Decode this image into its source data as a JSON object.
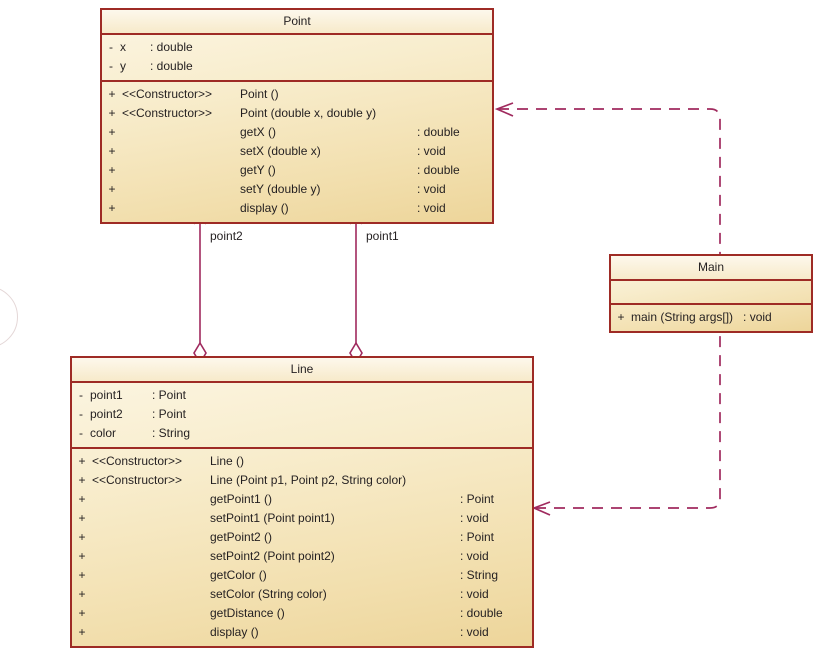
{
  "diagram": {
    "kind": "uml-class-diagram",
    "colors": {
      "box_border": "#9E2B25",
      "box_fill_light": "#FCF6E4",
      "box_fill_dark": "#EDD59A",
      "association_line": "#A02A5E",
      "dependency_line": "#A02A5E",
      "text": "#231f20",
      "background": "#ffffff"
    },
    "classes": [
      {
        "id": "point",
        "name": "Point",
        "attributes": [
          {
            "visibility": "-",
            "name": "x",
            "type": ": double"
          },
          {
            "visibility": "-",
            "name": "y",
            "type": ": double"
          }
        ],
        "methods": [
          {
            "visibility": "+",
            "stereotype": "<<Constructor>>",
            "signature": "Point ()",
            "returns": ""
          },
          {
            "visibility": "+",
            "stereotype": "<<Constructor>>",
            "signature": "Point (double x, double y)",
            "returns": ""
          },
          {
            "visibility": "+",
            "stereotype": "",
            "signature": "getX ()",
            "returns": ": double"
          },
          {
            "visibility": "+",
            "stereotype": "",
            "signature": "setX (double x)",
            "returns": ": void"
          },
          {
            "visibility": "+",
            "stereotype": "",
            "signature": "getY ()",
            "returns": ": double"
          },
          {
            "visibility": "+",
            "stereotype": "",
            "signature": "setY (double y)",
            "returns": ": void"
          },
          {
            "visibility": "+",
            "stereotype": "",
            "signature": "display ()",
            "returns": ": void"
          }
        ]
      },
      {
        "id": "line",
        "name": "Line",
        "attributes": [
          {
            "visibility": "-",
            "name": "point1",
            "type": ": Point"
          },
          {
            "visibility": "-",
            "name": "point2",
            "type": ": Point"
          },
          {
            "visibility": "-",
            "name": "color",
            "type": ": String"
          }
        ],
        "methods": [
          {
            "visibility": "+",
            "stereotype": "<<Constructor>>",
            "signature": "Line ()",
            "returns": ""
          },
          {
            "visibility": "+",
            "stereotype": "<<Constructor>>",
            "signature": "Line (Point p1, Point p2, String color)",
            "returns": ""
          },
          {
            "visibility": "+",
            "stereotype": "",
            "signature": "getPoint1 ()",
            "returns": ": Point"
          },
          {
            "visibility": "+",
            "stereotype": "",
            "signature": "setPoint1 (Point point1)",
            "returns": ": void"
          },
          {
            "visibility": "+",
            "stereotype": "",
            "signature": "getPoint2 ()",
            "returns": ": Point"
          },
          {
            "visibility": "+",
            "stereotype": "",
            "signature": "setPoint2 (Point point2)",
            "returns": ": void"
          },
          {
            "visibility": "+",
            "stereotype": "",
            "signature": "getColor ()",
            "returns": ": String"
          },
          {
            "visibility": "+",
            "stereotype": "",
            "signature": "setColor (String color)",
            "returns": ": void"
          },
          {
            "visibility": "+",
            "stereotype": "",
            "signature": "getDistance ()",
            "returns": ": double"
          },
          {
            "visibility": "+",
            "stereotype": "",
            "signature": "display ()",
            "returns": ": void"
          }
        ]
      },
      {
        "id": "main",
        "name": "Main",
        "attributes": [],
        "methods": [
          {
            "visibility": "+",
            "stereotype": "",
            "signature": "main (String args[])",
            "returns": ": void"
          }
        ]
      }
    ],
    "relationships": [
      {
        "id": "line-point2",
        "type": "aggregation",
        "from": "line",
        "to": "point",
        "label": "point2"
      },
      {
        "id": "line-point1",
        "type": "aggregation",
        "from": "line",
        "to": "point",
        "label": "point1"
      },
      {
        "id": "main-point",
        "type": "dependency",
        "from": "main",
        "to": "point",
        "label": ""
      },
      {
        "id": "main-line",
        "type": "dependency",
        "from": "main",
        "to": "line",
        "label": ""
      }
    ]
  }
}
